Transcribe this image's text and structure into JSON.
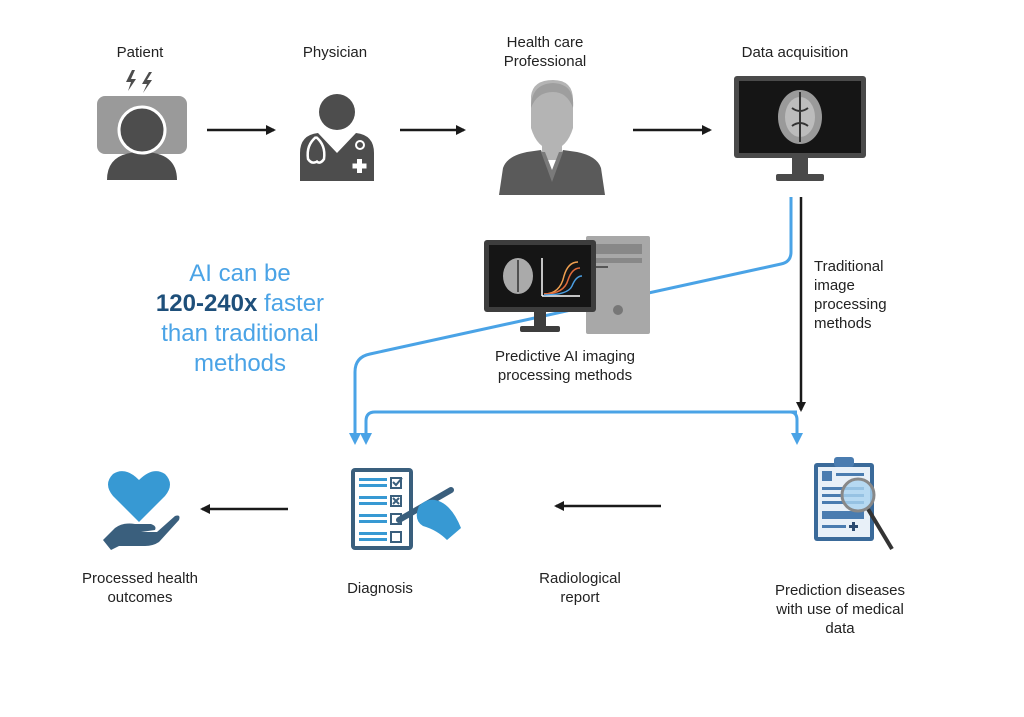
{
  "colors": {
    "ai_blue": "#4aa3e6",
    "dark_blue": "#1e4f7a",
    "icon_teal": "#3a5f7d",
    "icon_blue": "#3799d3",
    "gray_dark": "#4d4d4d",
    "gray_light": "#9a9a9a",
    "arrow_black": "#1a1a1a"
  },
  "nodes": {
    "patient": {
      "label": "Patient",
      "icon": "patient-headache-icon"
    },
    "physician": {
      "label": "Physician",
      "icon": "doctor-stethoscope-icon"
    },
    "health_care_professional": {
      "label_line1": "Health care",
      "label_line2": "Professional",
      "icon": "professional-person-icon"
    },
    "data_acquisition": {
      "label": "Data acquisition",
      "icon": "monitor-brain-scan-icon"
    },
    "predictive_ai": {
      "label_line1": "Predictive AI imaging",
      "label_line2": "processing methods",
      "icon": "computer-ai-analysis-icon"
    },
    "traditional": {
      "label_line1": "Traditional",
      "label_line2": "image",
      "label_line3": "processing",
      "label_line4": "methods"
    },
    "prediction_diseases": {
      "label_line1": "Prediction diseases",
      "label_line2": "with use of  medical",
      "label_line3": "data",
      "icon": "clipboard-magnifier-icon"
    },
    "radiological_report": {
      "label_line1": "Radiological",
      "label_line2": "report"
    },
    "diagnosis": {
      "label": "Diagnosis",
      "icon": "checklist-pen-icon"
    },
    "outcomes": {
      "label_line1": "Processed health",
      "label_line2": "outcomes",
      "icon": "heart-hand-icon"
    }
  },
  "callout": {
    "line1": "AI can be",
    "line2_bold": "120-240x",
    "line2_rest": " faster",
    "line3": "than traditional",
    "line4": "methods"
  },
  "flow": [
    {
      "from": "patient",
      "to": "physician"
    },
    {
      "from": "physician",
      "to": "health_care_professional"
    },
    {
      "from": "health_care_professional",
      "to": "data_acquisition"
    },
    {
      "from": "data_acquisition",
      "to": "diagnosis",
      "via": "predictive_ai",
      "style": "blue"
    },
    {
      "from": "data_acquisition",
      "to": "prediction_diseases",
      "via": "traditional",
      "style": "black"
    },
    {
      "from": "diagnosis",
      "to": "prediction_diseases",
      "style": "blue-bidirectional"
    },
    {
      "from": "prediction_diseases",
      "to": "diagnosis",
      "via": "radiological_report"
    },
    {
      "from": "diagnosis",
      "to": "outcomes"
    }
  ]
}
